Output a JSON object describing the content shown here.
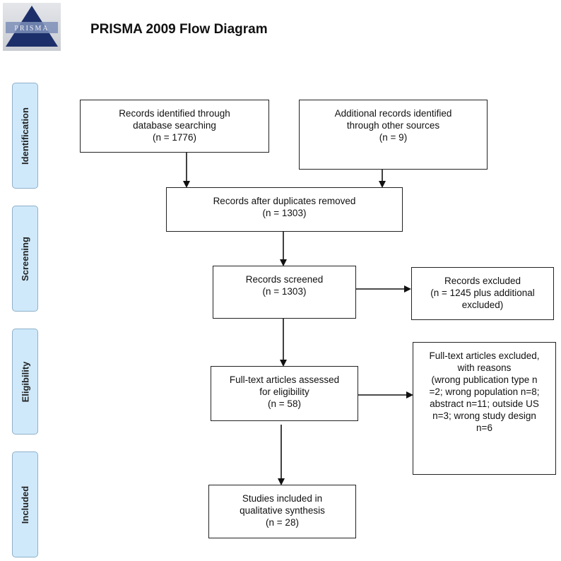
{
  "logo": {
    "text": "PRISMA"
  },
  "header": {
    "title": "PRISMA 2009 Flow Diagram"
  },
  "phases": {
    "identification": "Identification",
    "screening": "Screening",
    "eligibility": "Eligibility",
    "included": "Included"
  },
  "boxes": {
    "database": [
      "Records identified through",
      "database searching",
      "(n = 1776)"
    ],
    "other_sources": [
      "Additional records identified",
      "through other sources",
      "(n = 9)"
    ],
    "duplicates_removed": [
      "Records after duplicates removed",
      "(n = 1303)"
    ],
    "screened": [
      "Records screened",
      "(n = 1303)"
    ],
    "excluded": [
      "Records excluded",
      "(n = 1245 plus additional",
      "excluded)"
    ],
    "fulltext_assessed": [
      "Full-text articles assessed",
      "for eligibility",
      "(n = 58)"
    ],
    "fulltext_excluded": [
      "Full-text articles excluded,",
      "with reasons",
      "(wrong publication type n",
      "=2; wrong population n=8;",
      "abstract n=11; outside US",
      "n=3; wrong study design",
      "n=6"
    ],
    "included": [
      "Studies included in",
      "qualitative synthesis",
      "(n = 28)"
    ]
  }
}
